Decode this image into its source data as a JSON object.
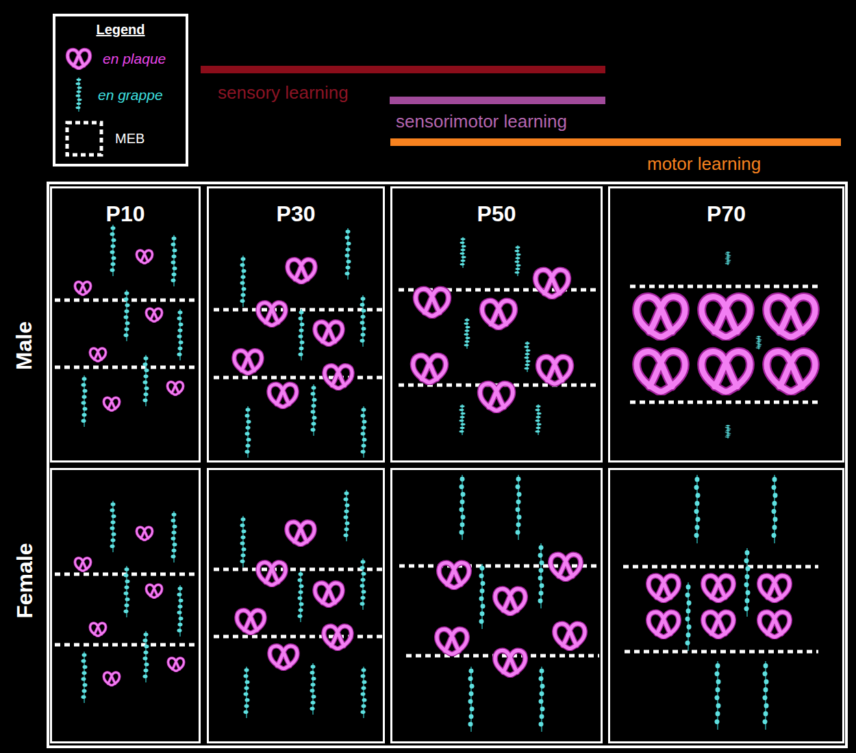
{
  "diagram": {
    "nodes": [
      {
        "text": [
          "Legend"
        ]
      },
      {
        "text": [
          "P10"
        ]
      },
      {
        "text": [
          "P30"
        ]
      },
      {
        "text": [
          "P50"
        ]
      },
      {
        "text": [
          "P70"
        ]
      }
    ],
    "labels": [
      "sensory learning",
      "sensorimotor learning",
      "motor learning",
      "Male",
      "Female"
    ],
    "legend": [
      {
        "text": "en plaque"
      },
      {
        "text": "en grappe"
      },
      {
        "text": "MEB"
      }
    ]
  }
}
